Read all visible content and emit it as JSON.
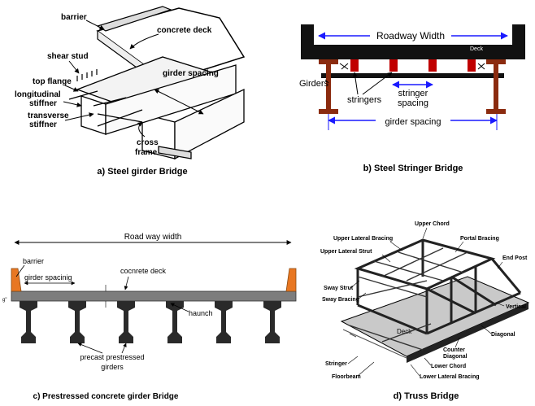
{
  "panel_a": {
    "caption": "a) Steel girder Bridge",
    "labels": {
      "barrier": "barrier",
      "concrete_deck": "concrete deck",
      "shear_stud": "shear stud",
      "top_flange": "top flange",
      "longitudinal_stiffner_1": "longitudinal",
      "longitudinal_stiffner_2": "stiffner",
      "transverse_stiffner_1": "transverse",
      "transverse_stiffner_2": "stiffner",
      "girder_spacing": "girder spacing",
      "cross_frame_1": "cross",
      "cross_frame_2": "frame"
    }
  },
  "panel_b": {
    "caption": "b) Steel Stringer Bridge",
    "labels": {
      "roadway_width": "Roadway Width",
      "deck": "Deck",
      "girders": "Girders",
      "stringers": "stringers",
      "stringer_spacing_1": "stringer",
      "stringer_spacing_2": "spacing",
      "girder_spacing": "girder spacing"
    },
    "colors": {
      "dim": "#1a1aff",
      "girder": "#8b2b0f",
      "stringer": "#c00000"
    }
  },
  "panel_c": {
    "caption": "c) Prestressed concrete girder Bridge",
    "labels": {
      "road_way_width": "Road way width",
      "barrier": "barrier",
      "girder_spacing": "girder spacinig",
      "concrete_deck": "cocnrete deck",
      "deck_thickness": "g\"",
      "haunch": "haunch",
      "precast_1": "precast prestressed",
      "precast_2": "girders"
    },
    "colors": {
      "barrier": "#e87722",
      "girder": "#2a2a2a",
      "deck": "#7d7d7d"
    }
  },
  "panel_d": {
    "caption": "d) Truss Bridge",
    "labels": {
      "upper_chord": "Upper Chord",
      "upper_lateral_bracing": "Upper Lateral Bracing",
      "portal_bracing": "Portal Bracing",
      "upper_lateral_strut": "Upper Lateral Strut",
      "end_post": "End Post",
      "sway_strut": "Sway Strut",
      "sway_bracing": "Sway Bracing",
      "vertical": "Vertical",
      "deck": "Deck",
      "diagonal": "Diagonal",
      "counter_diagonal_1": "Counter",
      "counter_diagonal_2": "Diagonal",
      "stringer": "Stringer",
      "lower_chord": "Lower Chord",
      "floorbeam": "Floorbeam",
      "lower_lateral_bracing": "Lower Lateral Bracing"
    }
  }
}
